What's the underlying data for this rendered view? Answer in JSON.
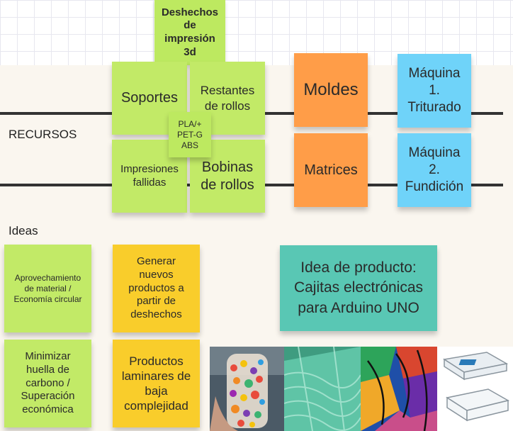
{
  "board": {
    "header_note": "Deshechos de impresión 3d",
    "row_label_recursos": "RECURSOS",
    "row_label_ideas": "Ideas"
  },
  "recursos": {
    "soportes": "Soportes",
    "restantes": "Restantes de rollos",
    "materiales": "PLA/+ PET-G ABS",
    "impresiones": "Impresiones fallidas",
    "bobinas": "Bobinas de rollos",
    "moldes": "Moldes",
    "matrices": "Matrices",
    "maquina1": "Máquina 1. Triturado",
    "maquina2": "Máquina 2. Fundición"
  },
  "ideas": {
    "aprovechamiento": "Aprovechamiento de material / Economía circular",
    "minimizar": "Minimizar huella de carbono / Superación económica",
    "generar": "Generar nuevos productos a partir de deshechos",
    "laminares": "Productos laminares de baja complejidad",
    "producto": "Idea de producto: Cajitas electrónicas para Arduino UNO"
  },
  "images": [
    {
      "name": "recycled-plastic-flakes-jar-image"
    },
    {
      "name": "green-recycled-sheet-image"
    },
    {
      "name": "colorful-recycled-panel-image"
    },
    {
      "name": "arduino-acrylic-case-image"
    }
  ],
  "colors": {
    "green_note": "#c2ea67",
    "orange_note": "#ff9d48",
    "blue_note": "#6fd3f9",
    "yellow_note": "#f9cd2b",
    "teal_note": "#59c7b4"
  }
}
